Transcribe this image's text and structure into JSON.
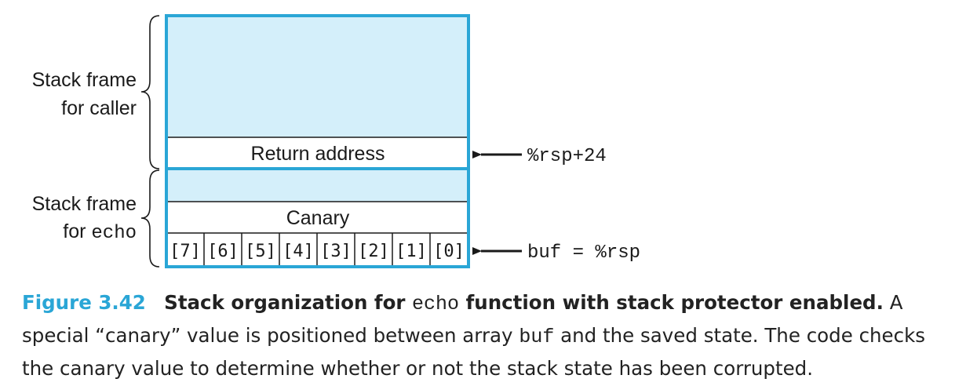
{
  "diagram": {
    "caller_label": [
      "Stack frame",
      "for caller"
    ],
    "echo_label_line1": "Stack frame",
    "echo_label_prefix": "for ",
    "echo_label_code": "echo",
    "return_address": "Return address",
    "canary": "Canary",
    "buf_cells": [
      "[7]",
      "[6]",
      "[5]",
      "[4]",
      "[3]",
      "[2]",
      "[1]",
      "[0]"
    ],
    "rsp24_pointer": "%rsp+24",
    "buf_pointer": "buf = %rsp",
    "colors": {
      "stack_fill": "#d4effa",
      "border": "#2aa6d6",
      "caption_accent": "#2aa6d6"
    }
  },
  "caption": {
    "figure_label": "Figure 3.42",
    "title_part1": "Stack organization for ",
    "title_code": "echo",
    "title_part2": " function with stack protector enabled.",
    "body_part1": " A special “canary” value is positioned between array ",
    "body_code": "buf",
    "body_part2": " and the saved state. The code checks the canary value to determine whether or not the stack state has been corrupted."
  }
}
